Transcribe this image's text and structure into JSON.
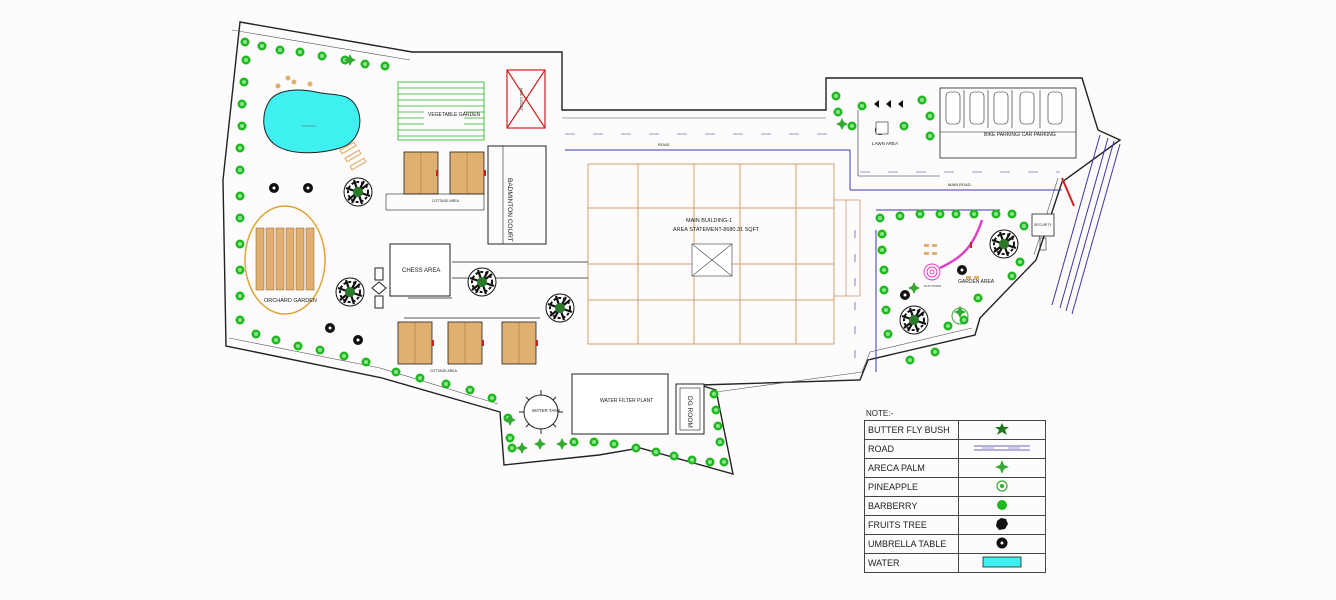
{
  "labels": {
    "main_building": "MAIN BUILDING-1",
    "area_statement": "AREA STATEMENT-8680.31 SQFT",
    "badminton_court": "BADMINTON COURT",
    "vegetable_garden": "VEGETABLE GARDEN",
    "chess_area": "CHESS AREA",
    "orchard_garden": "ORCHARD GARDEN",
    "cottage_area_top": "COTTAGE AREA",
    "cottage_area_bottom": "COTTAGE AREA",
    "water_tank": "WATER TANK",
    "water_filter_plant": "WATER FILTER PLANT",
    "dg_room": "DG ROOM",
    "lawn_area": "LAWN AREA",
    "bike_car_parking": "BIKE PARKING/ CAR PARKING",
    "garden_area": "GARDEN AREA",
    "security": "SECURITY",
    "play_point": "PLAY POINT",
    "road": "ROAD",
    "main_road": "MAIN ROAD",
    "hva_court": "HVA COURT"
  },
  "legend": {
    "title": "NOTE:-",
    "items": [
      {
        "label": "BUTTER FLY BUSH",
        "icon": "butterfly-bush-icon",
        "color": "#1e7a1e"
      },
      {
        "label": "ROAD",
        "icon": "road-icon",
        "color": "#3a3aa8"
      },
      {
        "label": "ARECA PALM",
        "icon": "areca-palm-icon",
        "color": "#35a935"
      },
      {
        "label": "PINEAPPLE",
        "icon": "pineapple-icon",
        "color": "#35a935"
      },
      {
        "label": "BARBERRY",
        "icon": "barberry-icon",
        "color": "#1fb81f"
      },
      {
        "label": "FRUITS TREE",
        "icon": "fruits-tree-icon",
        "color": "#111111"
      },
      {
        "label": "UMBRELLA TABLE",
        "icon": "umbrella-table-icon",
        "color": "#111111"
      },
      {
        "label": "WATER",
        "icon": "water-icon",
        "color": "#3ff0f0"
      }
    ]
  },
  "colors": {
    "boundary": "#222222",
    "plant_green": "#1fb81f",
    "dark_green": "#1e6a1e",
    "water": "#3ff0f0",
    "wood": "#e0b070",
    "building_outline": "#d4a070",
    "road": "#3a3aa8",
    "red": "#cc2222",
    "pink": "#e040c8"
  }
}
